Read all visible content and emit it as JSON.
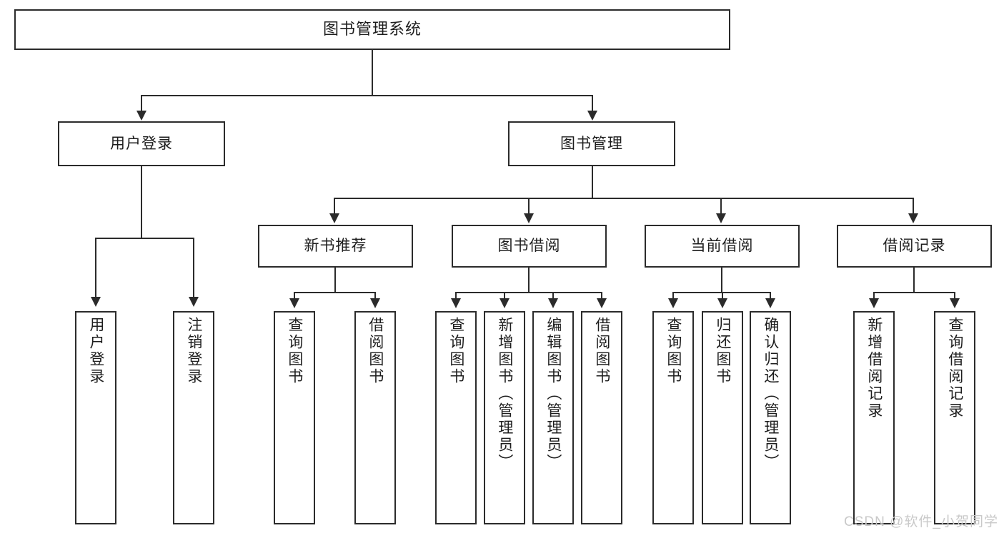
{
  "diagram": {
    "title": "图书管理系统",
    "type": "tree-hierarchy-chart",
    "colors": {
      "stroke": "#2b2b2b",
      "fill": "#ffffff",
      "text": "#1d1d1d",
      "watermark": "#c9c9c9"
    }
  },
  "root": {
    "label": "图书管理系统"
  },
  "level1": [
    {
      "label": "用户登录"
    },
    {
      "label": "图书管理"
    }
  ],
  "level2": [
    {
      "label": "新书推荐"
    },
    {
      "label": "图书借阅"
    },
    {
      "label": "当前借阅"
    },
    {
      "label": "借阅记录"
    }
  ],
  "leaves": {
    "user_login": [
      {
        "label": "用户登录"
      },
      {
        "label": "注销登录"
      }
    ],
    "new_book_recommend": [
      {
        "label": "查询图书"
      },
      {
        "label": "借阅图书"
      }
    ],
    "book_borrow": [
      {
        "label": "查询图书"
      },
      {
        "label": "新增图书（管理员）"
      },
      {
        "label": "编辑图书（管理员）"
      },
      {
        "label": "借阅图书"
      }
    ],
    "current_borrow": [
      {
        "label": "查询图书"
      },
      {
        "label": "归还图书"
      },
      {
        "label": "确认归还（管理员）"
      }
    ],
    "borrow_record": [
      {
        "label": "新增借阅记录"
      },
      {
        "label": "查询借阅记录"
      }
    ]
  },
  "watermark": {
    "text": "CSDN @软件_小贺同学"
  }
}
